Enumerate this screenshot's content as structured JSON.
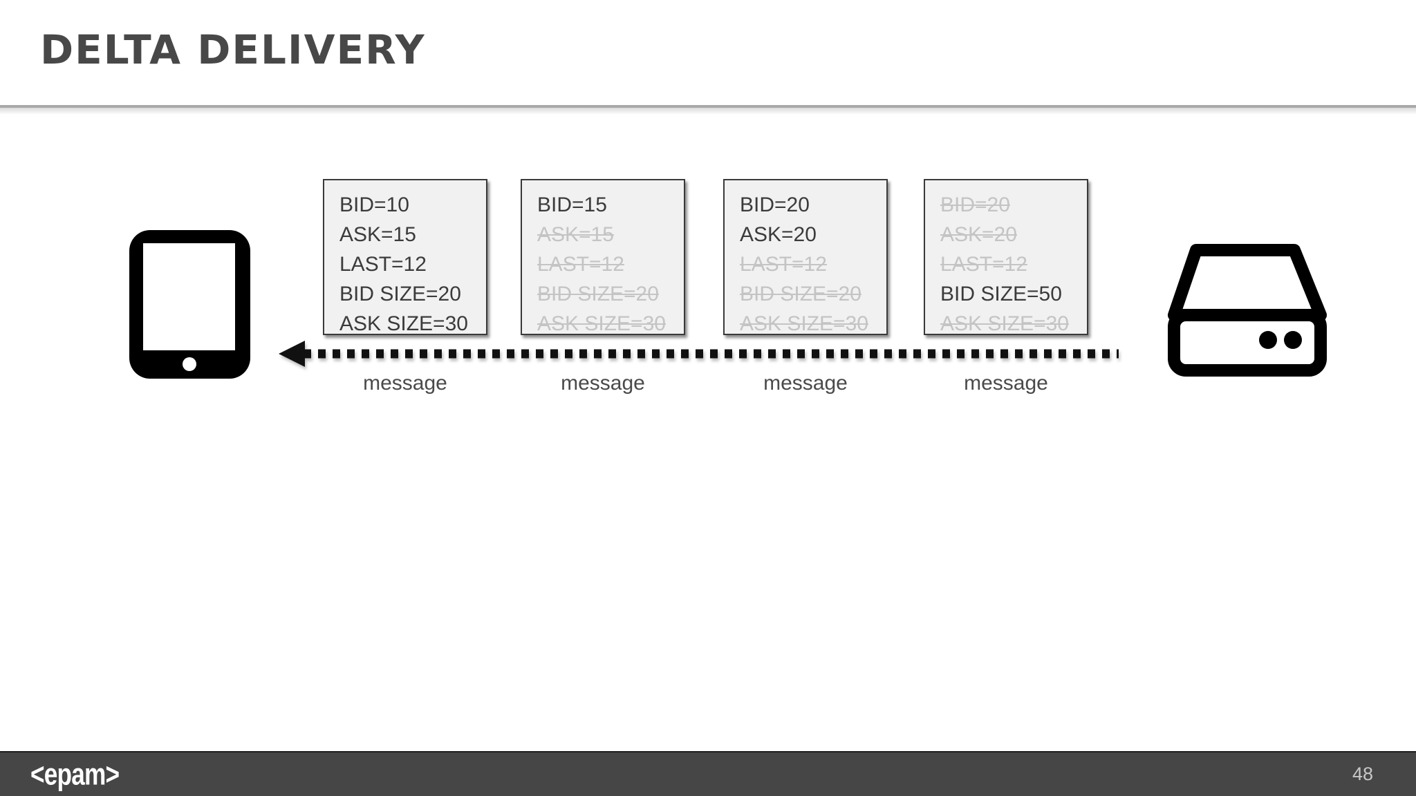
{
  "slide": {
    "title": "DELTA DELIVERY",
    "footer_logo": "<epam>",
    "page_number": "48"
  },
  "diagram": {
    "left_icon": "tablet-client",
    "right_icon": "hard-drive-server",
    "flow_direction": "right-to-left",
    "messages": [
      {
        "label": "message",
        "fields": [
          {
            "text": "BID=10",
            "struck": false
          },
          {
            "text": "ASK=15",
            "struck": false
          },
          {
            "text": "LAST=12",
            "struck": false
          },
          {
            "text": "BID SIZE=20",
            "struck": false
          },
          {
            "text": "ASK SIZE=30",
            "struck": false
          }
        ]
      },
      {
        "label": "message",
        "fields": [
          {
            "text": "BID=15",
            "struck": false
          },
          {
            "text": "ASK=15",
            "struck": true
          },
          {
            "text": "LAST=12",
            "struck": true
          },
          {
            "text": "BID SIZE=20",
            "struck": true
          },
          {
            "text": "ASK SIZE=30",
            "struck": true
          }
        ]
      },
      {
        "label": "message",
        "fields": [
          {
            "text": "BID=20",
            "struck": false
          },
          {
            "text": "ASK=20",
            "struck": false
          },
          {
            "text": "LAST=12",
            "struck": true
          },
          {
            "text": "BID SIZE=20",
            "struck": true
          },
          {
            "text": "ASK SIZE=30",
            "struck": true
          }
        ]
      },
      {
        "label": "message",
        "fields": [
          {
            "text": "BID=20",
            "struck": true
          },
          {
            "text": "ASK=20",
            "struck": true
          },
          {
            "text": "LAST=12",
            "struck": true
          },
          {
            "text": "BID SIZE=50",
            "struck": false
          },
          {
            "text": "ASK SIZE=30",
            "struck": true
          }
        ]
      }
    ]
  },
  "colors": {
    "title_text": "#484848",
    "box_background": "#f1f1f1",
    "box_border": "#3a3a3a",
    "field_active": "#3b3b3b",
    "field_struck": "#c4c4c4",
    "footer_background": "#464646",
    "footer_text": "#c8c8c8",
    "arrow": "#111111"
  }
}
